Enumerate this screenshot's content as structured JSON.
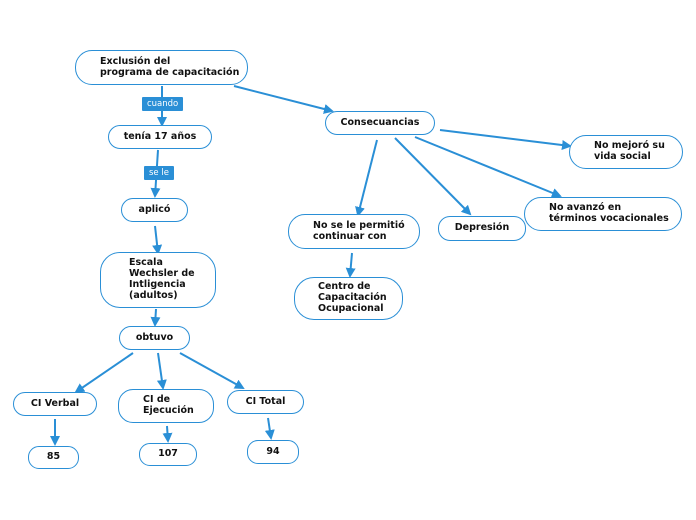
{
  "nodes": {
    "exclusion": "Exclusión del\nprograma de capacitación",
    "tenia": "tenía 17 años",
    "aplico": "aplicó",
    "escala": "Escala\nWechsler de\nIntligencia\n(adultos)",
    "obtuvo": "obtuvo",
    "ci_verbal": "CI Verbal",
    "ci_ejecucion": "CI de\nEjecución",
    "ci_total": "CI Total",
    "v85": "85",
    "v107": "107",
    "v94": "94",
    "consecuencias": "Consecuancias",
    "no_permitio": "No se le permitió\ncontinuar con",
    "centro": "Centro de\nCapacitación\nOcupacional",
    "depresion": "Depresión",
    "no_avanzo": "No avanzó en\ntérminos vocacionales",
    "no_mejoro": "No mejoró su\nvida social"
  },
  "link_labels": {
    "cuando": "cuando",
    "se_le": "se le"
  },
  "colors": {
    "accent": "#2a8fd6"
  }
}
